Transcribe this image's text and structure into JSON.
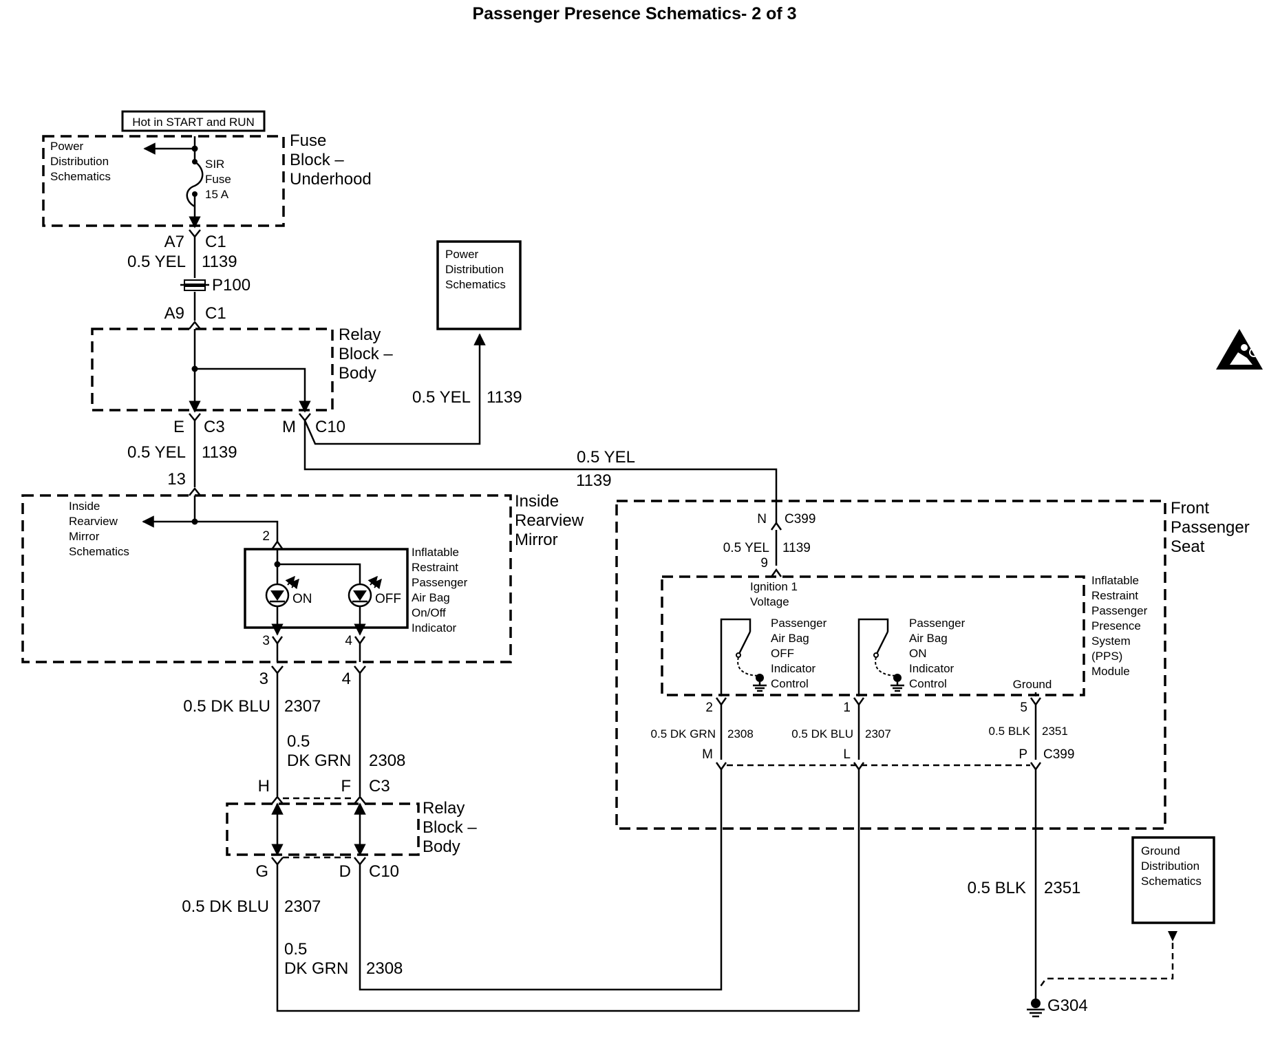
{
  "title": "Passenger Presence Schematics- 2 of 3",
  "hot_label": "Hot in START and RUN",
  "fuse_block": {
    "name": [
      "Fuse",
      "Block –",
      "Underhood"
    ],
    "power_dist": [
      "Power",
      "Distribution",
      "Schematics"
    ],
    "fuse": [
      "SIR",
      "Fuse",
      "15 A"
    ]
  },
  "conn_a7": "A7",
  "conn_c1_top": "C1",
  "wire_top": {
    "gauge": "0.5 YEL",
    "circuit": "1139"
  },
  "splice_p100": "P100",
  "conn_a9": "A9",
  "conn_c1_mid": "C1",
  "relay_block_top": [
    "Relay",
    "Block –",
    "Body"
  ],
  "power_dist_box": [
    "Power",
    "Distribution",
    "Schematics"
  ],
  "wire_to_power": {
    "gauge": "0.5 YEL",
    "circuit": "1139"
  },
  "conn_e": "E",
  "conn_c3_top": "C3",
  "conn_m": "M",
  "conn_c10_top": "C10",
  "wire_mirror": {
    "gauge": "0.5 YEL",
    "circuit": "1139"
  },
  "wire_to_seat": {
    "gauge": "0.5 YEL",
    "circuit": "1139"
  },
  "pin_13": "13",
  "mirror": {
    "name": [
      "Inside",
      "Rearview",
      "Mirror"
    ],
    "schematics": [
      "Inside",
      "Rearview",
      "Mirror",
      "Schematics"
    ],
    "pin_2": "2",
    "pin_3": "3",
    "pin_4": "4",
    "indicator": [
      "Inflatable",
      "Restraint",
      "Passenger",
      "Air Bag",
      "On/Off",
      "Indicator"
    ],
    "on_label": "ON",
    "off_label": "OFF"
  },
  "pin_3_out": "3",
  "pin_4_out": "4",
  "wire_blu_1": {
    "gauge": "0.5 DK BLU",
    "circuit": "2307"
  },
  "wire_grn_1": {
    "gauge_a": "0.5",
    "gauge_b": "DK GRN",
    "circuit": "2308"
  },
  "conn_h": "H",
  "conn_f": "F",
  "conn_c3_bottom": "C3",
  "relay_block_bottom": [
    "Relay",
    "Block –",
    "Body"
  ],
  "conn_g": "G",
  "conn_d": "D",
  "conn_c10_bottom": "C10",
  "wire_blu_2": {
    "gauge": "0.5 DK BLU",
    "circuit": "2307"
  },
  "wire_grn_2": {
    "gauge_a": "0.5",
    "gauge_b": "DK GRN",
    "circuit": "2308"
  },
  "seat": {
    "name": [
      "Front",
      "Passenger",
      "Seat"
    ],
    "conn_n": "N",
    "conn_c399_top": "C399",
    "wire_in": {
      "gauge": "0.5 YEL",
      "circuit": "1139"
    },
    "pin_9": "9",
    "module": [
      "Inflatable",
      "Restraint",
      "Passenger",
      "Presence",
      "System",
      "(PPS)",
      "Module"
    ],
    "ignition": [
      "Ignition 1",
      "Voltage"
    ],
    "off_ctrl": [
      "Passenger",
      "Air Bag",
      "OFF",
      "Indicator",
      "Control"
    ],
    "on_ctrl": [
      "Passenger",
      "Air Bag",
      "ON",
      "Indicator",
      "Control"
    ],
    "ground": "Ground",
    "pin_2": "2",
    "pin_1": "1",
    "pin_5": "5",
    "wire_grn": {
      "gauge": "0.5 DK GRN",
      "circuit": "2308"
    },
    "wire_blu": {
      "gauge": "0.5 DK BLU",
      "circuit": "2307"
    },
    "wire_blk": {
      "gauge": "0.5 BLK",
      "circuit": "2351"
    },
    "conn_m": "M",
    "conn_l": "L",
    "conn_p": "P",
    "conn_c399_bottom": "C399"
  },
  "ground_dist_box": [
    "Ground",
    "Distribution",
    "Schematics"
  ],
  "wire_gnd": {
    "gauge": "0.5 BLK",
    "circuit": "2351"
  },
  "ground_g304": "G304"
}
